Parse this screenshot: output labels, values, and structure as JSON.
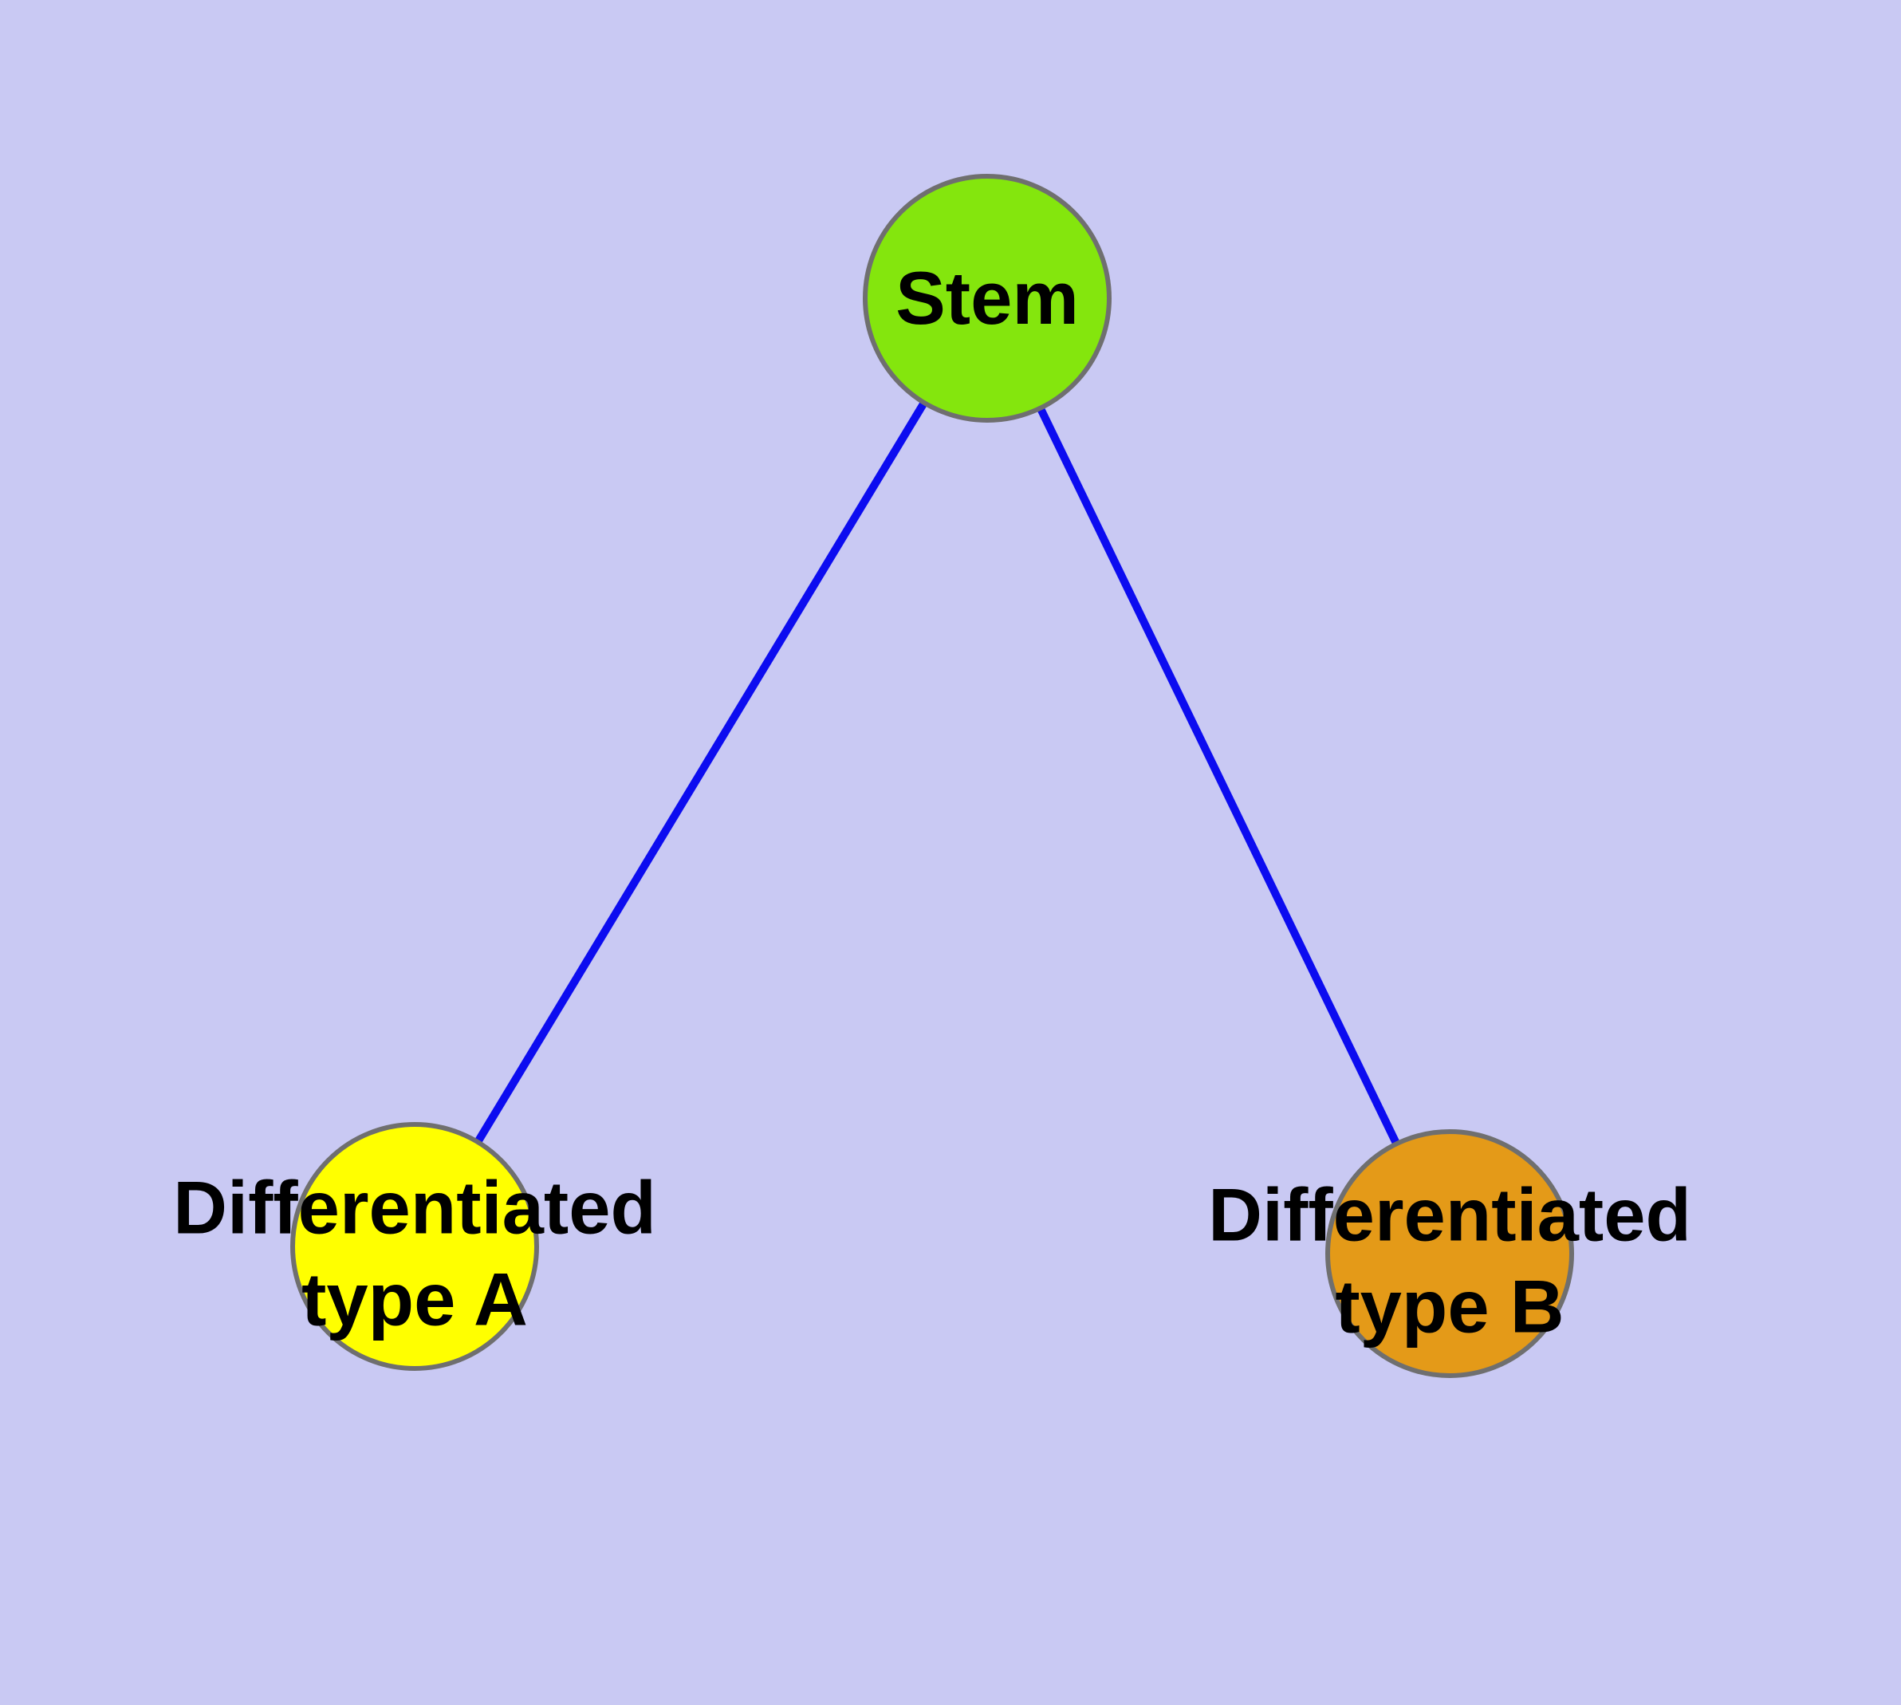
{
  "colors": {
    "background": "#c9c9f3",
    "edge": "#0c0cf0",
    "node_border": "#6f6f6f",
    "stem_fill": "#84e60d",
    "type_a_fill": "#ffff00",
    "type_b_fill": "#e49a18",
    "label_text": "#000000"
  },
  "nodes": {
    "stem": {
      "label": "Stem"
    },
    "type_a": {
      "label_line1": "Differentiated",
      "label_line2": "type A"
    },
    "type_b": {
      "label_line1": "Differentiated",
      "label_line2": "type B"
    }
  },
  "edges": [
    {
      "from": "stem",
      "to": "type_a"
    },
    {
      "from": "stem",
      "to": "type_b"
    }
  ]
}
